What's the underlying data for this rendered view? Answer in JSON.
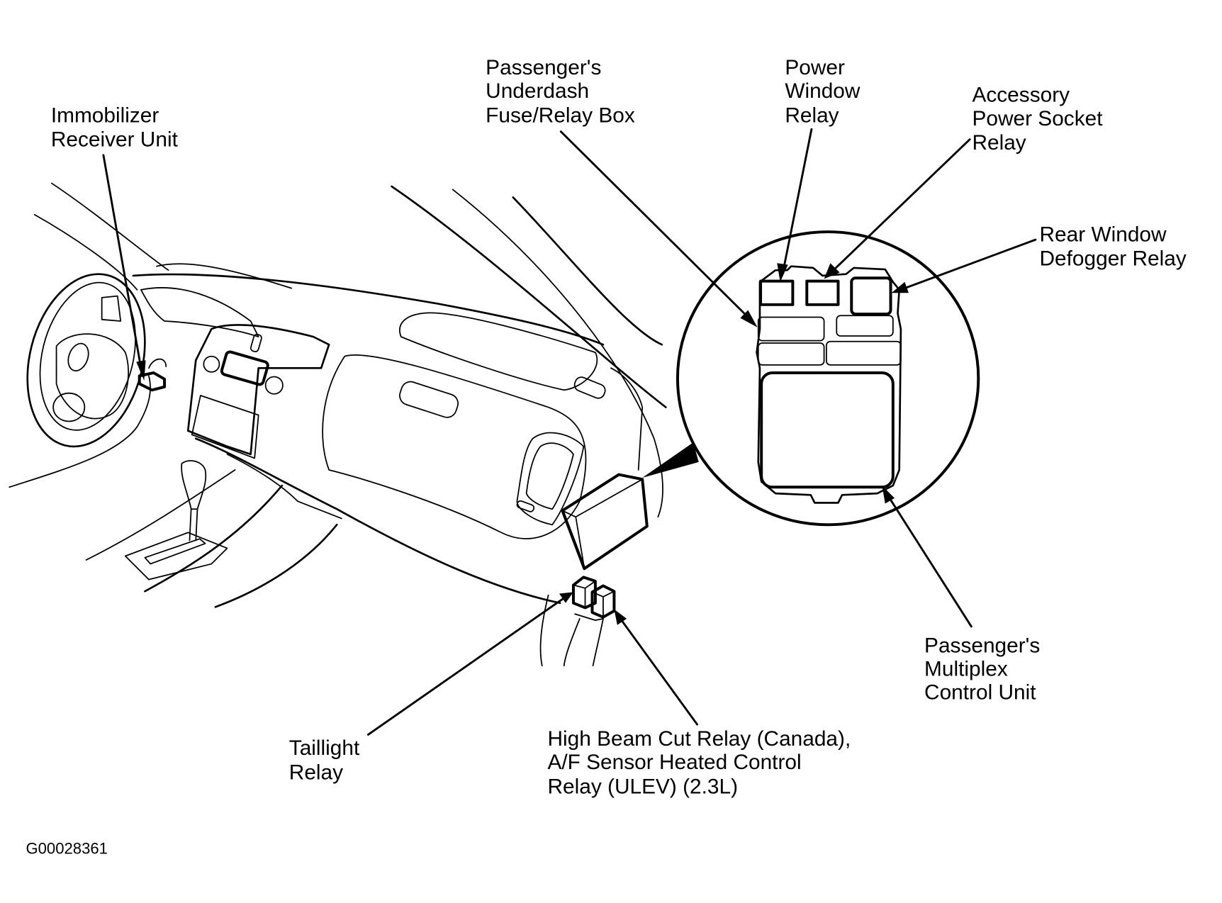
{
  "figure": {
    "id": "G00028361",
    "subject": "Passenger side underdash fuse/relay box and relay locations",
    "colors": {
      "ink": "#000000",
      "background": "#ffffff"
    }
  },
  "labels": {
    "immobilizer": [
      "Immobilizer",
      "Receiver Unit"
    ],
    "underdash_box": [
      "Passenger's",
      "Underdash",
      "Fuse/Relay Box"
    ],
    "power_window": [
      "Power",
      "Window",
      "Relay"
    ],
    "accessory_socket": [
      "Accessory",
      "Power Socket",
      "Relay"
    ],
    "rear_defogger": [
      "Rear Window",
      "Defogger Relay"
    ],
    "multiplex": [
      "Passenger's",
      "Multiplex",
      "Control Unit"
    ],
    "taillight": [
      "Taillight",
      "Relay"
    ],
    "high_beam": [
      "High Beam Cut Relay (Canada),",
      "A/F Sensor Heated Control",
      "Relay (ULEV) (2.3L)"
    ]
  }
}
